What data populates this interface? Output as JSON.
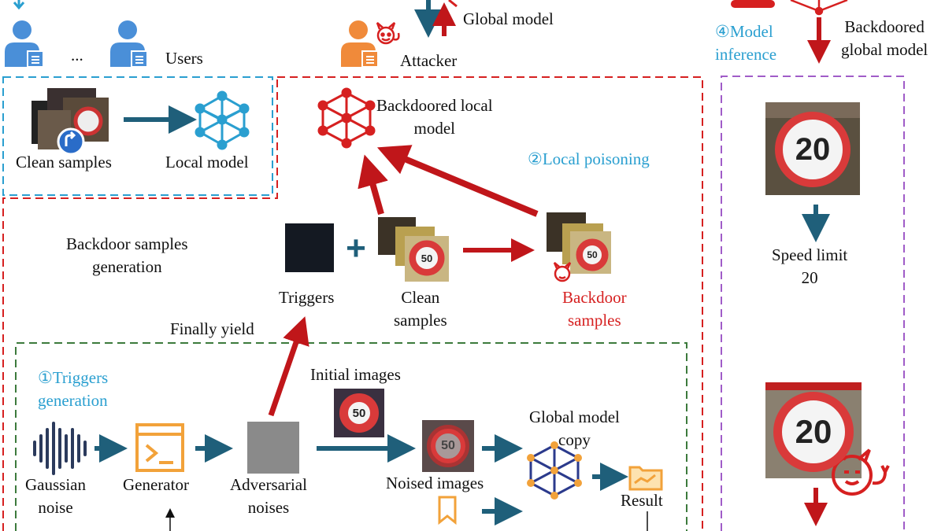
{
  "top": {
    "users_label": "Users",
    "ellipsis": "...",
    "attacker_label": "Attacker",
    "global_model_label": "Global model",
    "backdoored_global_model_label": "Backdoored\nglobal model",
    "model_inference_label": "④Model\ninference"
  },
  "local_training": {
    "clean_samples_label": "Clean samples",
    "local_model_label": "Local model"
  },
  "poisoning": {
    "backdoored_local_model_label": "Backdoored local\nmodel",
    "local_poisoning_label": "②Local poisoning",
    "backdoor_generation_label": "Backdoor samples\ngeneration",
    "triggers_label": "Triggers",
    "clean_samples_label": "Clean\nsamples",
    "backdoor_samples_label": "Backdoor\nsamples",
    "plus_sign": "+",
    "finally_yield_label": "Finally yield"
  },
  "triggers": {
    "section_label": "①Triggers\ngeneration",
    "gaussian_noise_label": "Gaussian\nnoise",
    "generator_label": "Generator",
    "adversarial_noises_label": "Adversarial\nnoises",
    "initial_images_label": "Initial images",
    "noised_images_label": "Noised images",
    "global_model_copy_label": "Global model\ncopy",
    "result_label": "Result",
    "sign_value": "50"
  },
  "inference": {
    "sign_value": "20",
    "speed_limit_label": "Speed limit\n20"
  },
  "colors": {
    "blue_box": "#2a9fd0",
    "red_box": "#d62020",
    "purple_box": "#a05cc8",
    "green_box": "#3c7a3c",
    "dark_arrow": "#1f5f7a",
    "red_arrow": "#c0161a",
    "model_blue": "#2a9fd0",
    "model_red": "#d62020",
    "model_navy": "#2b3a8c",
    "node_orange": "#f2a23a",
    "generator_orange": "#f2a23a",
    "user_blue": "#4a8fd8",
    "attacker_orange": "#f08a3a"
  }
}
